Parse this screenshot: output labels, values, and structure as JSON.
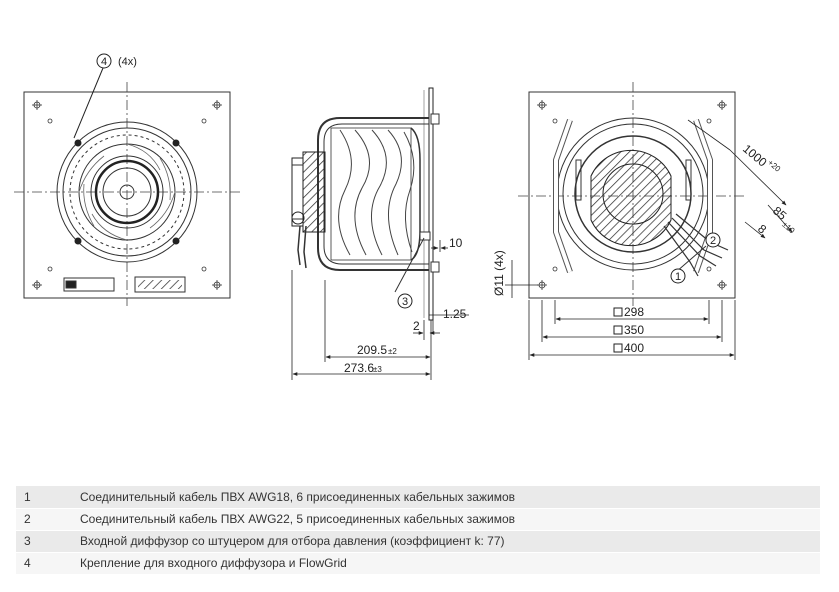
{
  "callouts": {
    "front_mount": "4",
    "front_mount_qty": "(4x)",
    "side_diffuser": "3",
    "rear_cable1": "1",
    "rear_cable2": "2"
  },
  "dimensions": {
    "d_10": "10",
    "d_125": "1.25",
    "d_2": "2",
    "d_2095": "209.5",
    "d_2095_tol": "±2",
    "d_2736": "273.6",
    "d_2736_tol": "±3",
    "d_hole": "Ø11 (4x)",
    "d_298": "298",
    "d_350": "350",
    "d_400": "400",
    "d_1000": "1000",
    "d_1000_tol": "+20",
    "d_8": "8",
    "d_85": "85",
    "d_85_tol": "±10"
  },
  "legend": [
    {
      "num": "1",
      "text": "Соединительный кабель ПВХ AWG18, 6 присоединенных кабельных зажимов"
    },
    {
      "num": "2",
      "text": "Соединительный кабель ПВХ AWG22, 5 присоединенных кабельных зажимов"
    },
    {
      "num": "3",
      "text": "Входной диффузор со штуцером для отбора давления (коэффициент k: 77)"
    },
    {
      "num": "4",
      "text": "Крепление для входного диффузора и FlowGrid"
    }
  ]
}
